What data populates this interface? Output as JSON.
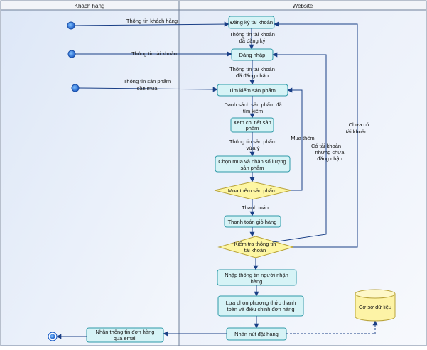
{
  "lanes": {
    "customer": "Khách hàng",
    "website": "Website"
  },
  "inputs": {
    "customer_info": "Thông tin khách hàng",
    "account_info": "Thông tin tài khoản",
    "product_info_1": "Thông tin sản phẩm",
    "product_info_2": "cần mua"
  },
  "activities": {
    "register": "Đăng ký tài khoản",
    "login": "Đăng nhập",
    "search": "Tìm kiếm sản phẩm",
    "detail_1": "Xem chi tiết sản",
    "detail_2": "phẩm",
    "choose_1": "Chọn mua và nhập số lượng",
    "choose_2": "sản phẩm",
    "pay_cart": "Thanh toán giỏ hàng",
    "enter_1": "Nhập thông tin người nhận",
    "enter_2": "hàng",
    "method_1": "Lựa chọn phương thức thanh",
    "method_2": "toán và điều chỉnh đơn hàng",
    "press": "Nhấn nút đặt hàng",
    "receive_1": "Nhận thông tin đơn hàng",
    "receive_2": "qua email"
  },
  "decisions": {
    "buy_more": "Mua thêm sản phẩm",
    "check_1": "Kiểm tra thông tin",
    "check_2": "tài khoản"
  },
  "flow_labels": {
    "registered_1": "Thông tin tài khoản",
    "registered_2": "đã đăng ký",
    "logged_1": "Thông tin tài khoản",
    "logged_2": "đã đăng nhập",
    "list_1": "Danh sách sản phẩm đã",
    "list_2": "tìm kiếm",
    "chosen_1": "Thông tin sản phẩm",
    "chosen_2": "vừa ý",
    "payment": "Thanh toán",
    "buy_more": "Mua thêm",
    "not_logged_1": "Có tài khoản",
    "not_logged_2": "nhưng chưa",
    "not_logged_3": "đăng nhập",
    "no_account_1": "Chưa có",
    "no_account_2": "tài khoản"
  },
  "datastore": {
    "label": "Cơ sở dữ liệu"
  },
  "colors": {
    "activity_fill": "#d6f3f6",
    "activity_stroke": "#2f9aa8",
    "decision_fill": "#fdf6a3",
    "decision_stroke": "#b8a33a",
    "datastore_fill": "#fdf3a6",
    "arrow": "#1a3f86",
    "node": "#1f6fd1",
    "lane_fill": "#e9eff9"
  }
}
